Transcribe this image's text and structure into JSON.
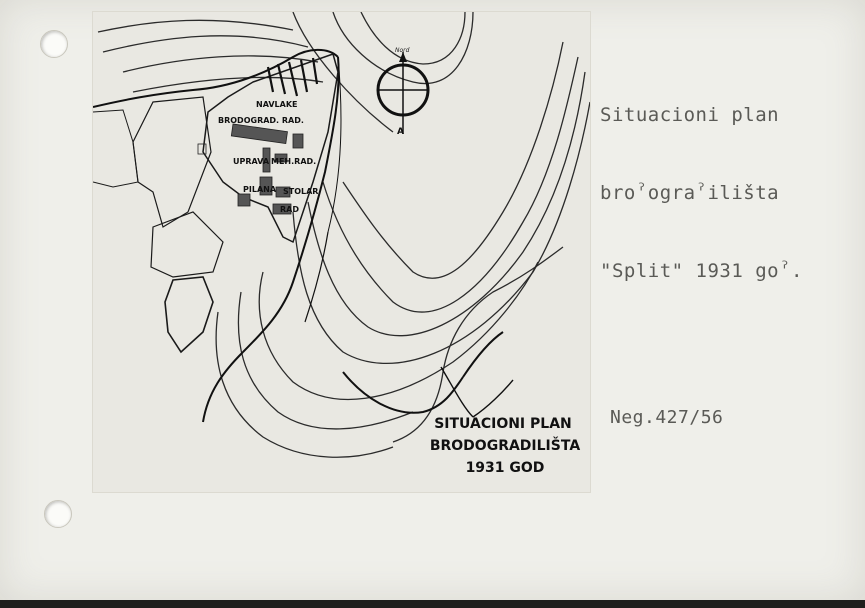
{
  "card": {
    "caption_lines": [
      "Situacioni plan",
      "broˀograˀilišta",
      "\"Split\" 1931 goˀ."
    ],
    "negative_number": "Neg.427/56"
  },
  "map": {
    "title_lines": [
      "SITUACIONI PLAN",
      "BRODOGRADILIŠTA",
      "1931 GOD"
    ],
    "building_labels": {
      "navlake": "NAVLAKE",
      "brodograd": "BRODOGRAD. RAD.",
      "uprava": "UPRAVA",
      "mehrad": "MEH.RAD.",
      "pilana": "PILANA",
      "stolar": "STOLAR",
      "rad": "RAD"
    },
    "north_label": "Nord",
    "north_arrow_letter": "A",
    "north_icon": "compass-north-arrow-icon"
  }
}
